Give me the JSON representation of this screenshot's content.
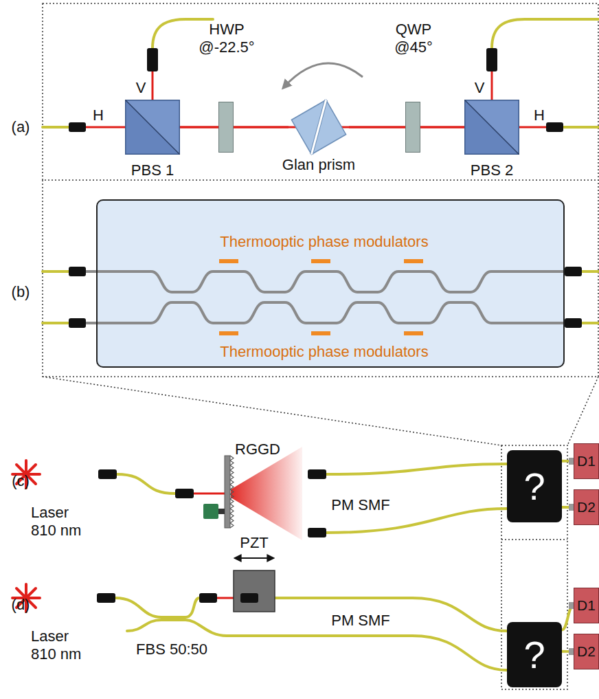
{
  "diagram": {
    "nodes": [
      {
        "text": [
          "PBS 1"
        ]
      },
      {
        "text": [
          "HWP @-22.5°"
        ]
      },
      {
        "text": [
          "Glan prism"
        ]
      },
      {
        "text": [
          "QWP @45°"
        ]
      },
      {
        "text": [
          "PBS 2"
        ]
      },
      {
        "text": [
          "Thermooptic phase modulators",
          "Thermooptic phase modulators"
        ]
      },
      {
        "text": [
          "?"
        ]
      },
      {
        "text": [
          "D1"
        ]
      },
      {
        "text": [
          "D2"
        ]
      },
      {
        "text": [
          "?"
        ]
      },
      {
        "text": [
          "D1"
        ]
      },
      {
        "text": [
          "D2"
        ]
      }
    ],
    "edges": [
      {
        "from": 0,
        "to": 1,
        "arrow": "none"
      },
      {
        "from": 1,
        "to": 2,
        "arrow": "none"
      },
      {
        "from": 2,
        "to": 3,
        "arrow": "none"
      },
      {
        "from": 3,
        "to": 4,
        "arrow": "none"
      },
      {
        "from": 6,
        "to": 7,
        "arrow": "none"
      },
      {
        "from": 6,
        "to": 8,
        "arrow": "none"
      },
      {
        "from": 9,
        "to": 10,
        "arrow": "none"
      },
      {
        "from": 9,
        "to": 11,
        "arrow": "none"
      }
    ],
    "labels": [
      "(a)",
      "H",
      "V",
      "V",
      "H",
      "(b)",
      "(c)",
      "Laser 810 nm",
      "RGGD",
      "PM SMF",
      "(d)",
      "Laser 810 nm",
      "PZT",
      "FBS 50:50",
      "PM SMF"
    ]
  }
}
